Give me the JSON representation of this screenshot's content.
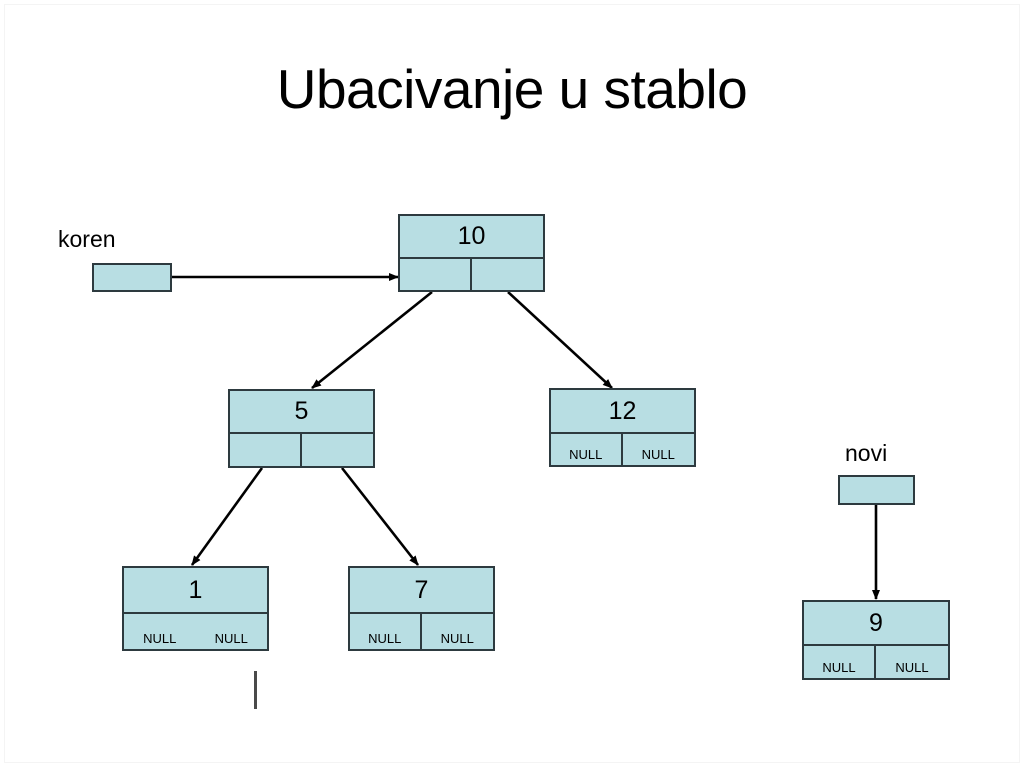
{
  "slide": {
    "title": "Ubacivanje u stablo"
  },
  "pointers": {
    "koren": {
      "label": "koren"
    },
    "novi": {
      "label": "novi"
    }
  },
  "null_label": "NULL",
  "tree": {
    "root": {
      "value": "10",
      "left_ptr": "",
      "right_ptr": ""
    },
    "left_child": {
      "value": "5",
      "left_ptr": "",
      "right_ptr": ""
    },
    "right_child": {
      "value": "12",
      "left_ptr": "NULL",
      "right_ptr": "NULL"
    },
    "left_left": {
      "value": "1",
      "left_ptr": "NULL",
      "right_ptr": "NULL"
    },
    "left_right": {
      "value": "7",
      "left_ptr": "NULL",
      "right_ptr": "NULL"
    },
    "new_node": {
      "value": "9",
      "left_ptr": "NULL",
      "right_ptr": "NULL"
    }
  },
  "colors": {
    "node_fill": "#b8dee3",
    "node_border": "#2d3a3f",
    "background": "#ffffff",
    "text": "#000000"
  }
}
